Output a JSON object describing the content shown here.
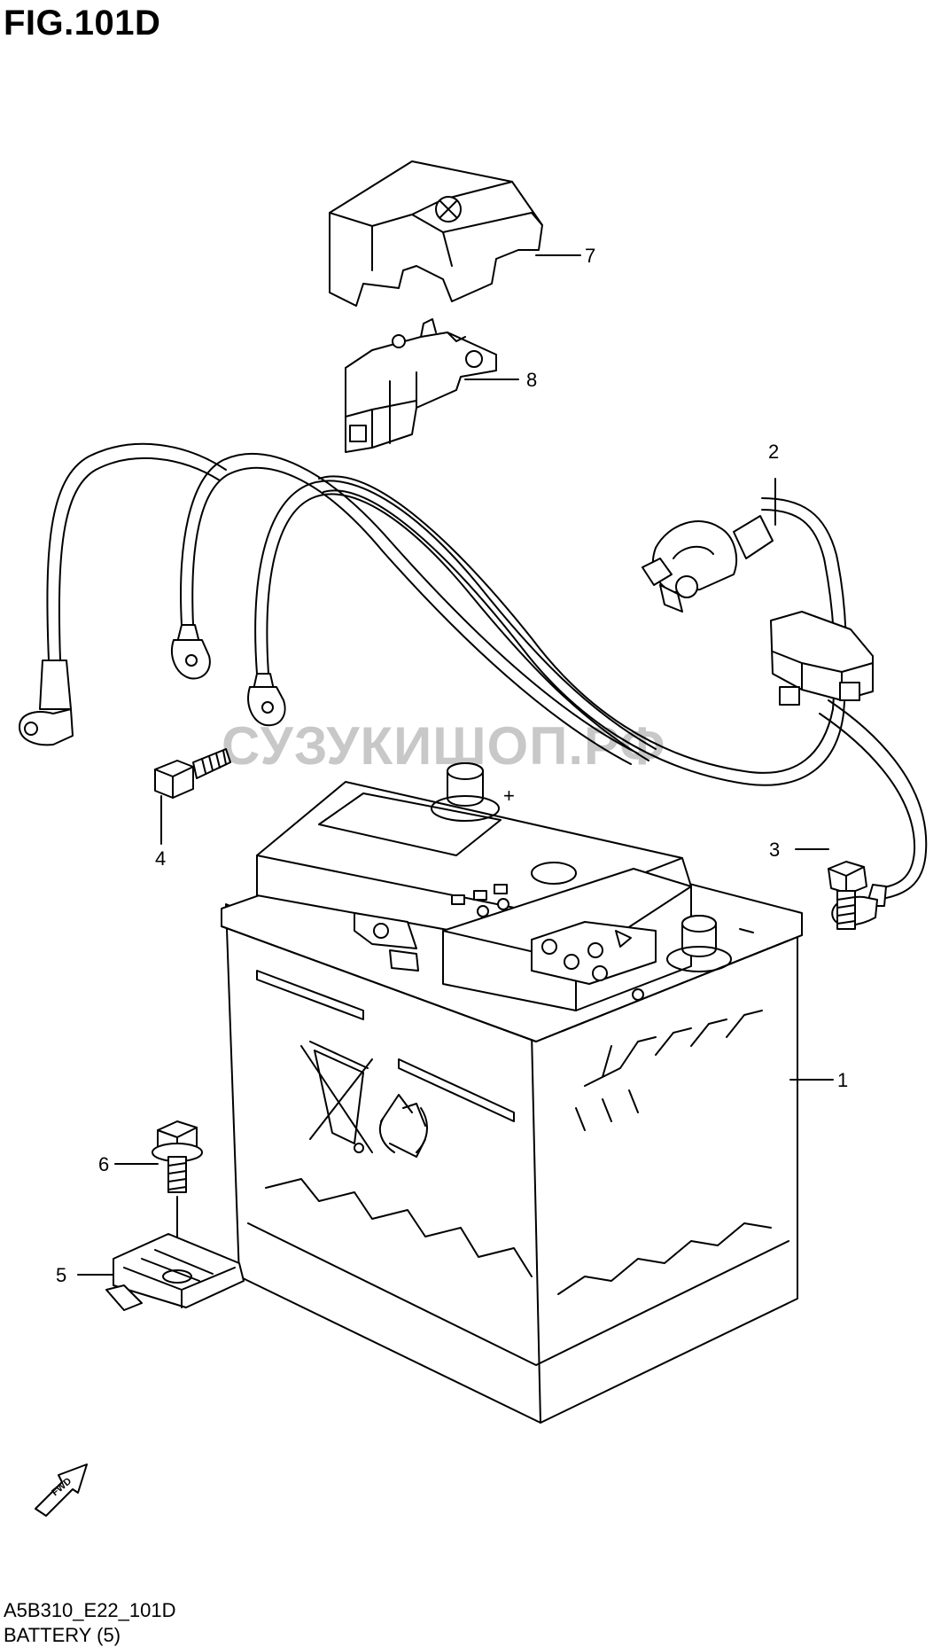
{
  "figure": {
    "title": "FIG.101D",
    "watermark": "СУЗУКИШОП.РФ",
    "footer_code": "A5B310_E22_101D",
    "footer_name": "BATTERY (5)",
    "fwd_label": "FWD"
  },
  "callouts": [
    {
      "id": "1",
      "label": "1"
    },
    {
      "id": "2",
      "label": "2"
    },
    {
      "id": "3",
      "label": "3"
    },
    {
      "id": "4",
      "label": "4"
    },
    {
      "id": "5",
      "label": "5"
    },
    {
      "id": "6",
      "label": "6"
    },
    {
      "id": "7",
      "label": "7"
    },
    {
      "id": "8",
      "label": "8"
    }
  ],
  "battery_marks": {
    "plus": "+"
  },
  "icons": [
    "fwd-arrow-icon",
    "recycle-icon",
    "crossed-bin-icon"
  ]
}
